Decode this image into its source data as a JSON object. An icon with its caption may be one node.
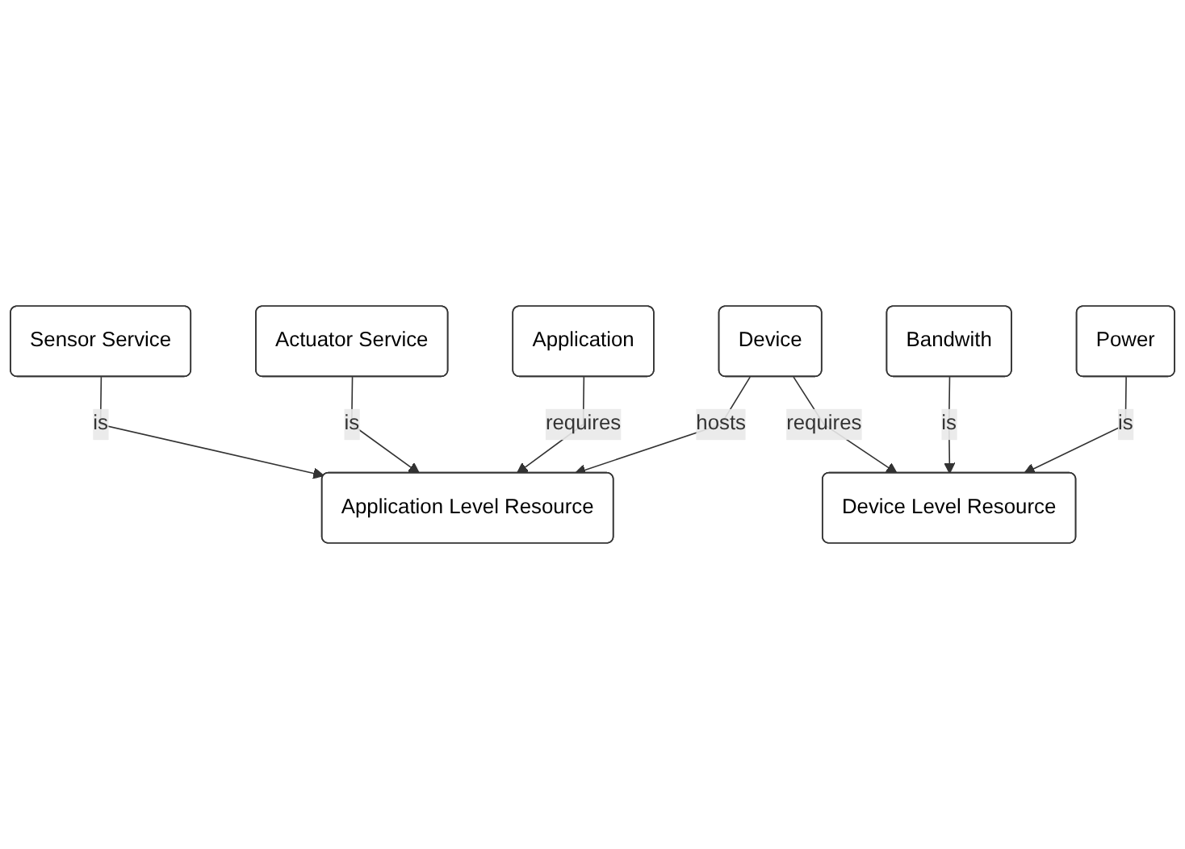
{
  "diagram": {
    "nodes": [
      {
        "text": [
          "Sensor Service"
        ]
      },
      {
        "text": [
          "Actuator Service"
        ]
      },
      {
        "text": [
          "Application Level Resource"
        ]
      },
      {
        "text": [
          "Application"
        ]
      },
      {
        "text": [
          "Device"
        ]
      },
      {
        "text": [
          "Device Level Resource"
        ]
      },
      {
        "text": [
          "Bandwith"
        ]
      },
      {
        "text": [
          "Power"
        ]
      }
    ],
    "edges": [
      {
        "from": 0,
        "to": 2,
        "arrow": "to",
        "label": "is"
      },
      {
        "from": 1,
        "to": 2,
        "arrow": "to",
        "label": "is"
      },
      {
        "from": 3,
        "to": 2,
        "arrow": "to",
        "label": "requires"
      },
      {
        "from": 4,
        "to": 2,
        "arrow": "to",
        "label": "hosts"
      },
      {
        "from": 4,
        "to": 5,
        "arrow": "to",
        "label": "requires"
      },
      {
        "from": 6,
        "to": 5,
        "arrow": "to",
        "label": "is"
      },
      {
        "from": 7,
        "to": 5,
        "arrow": "to",
        "label": "is"
      }
    ]
  }
}
